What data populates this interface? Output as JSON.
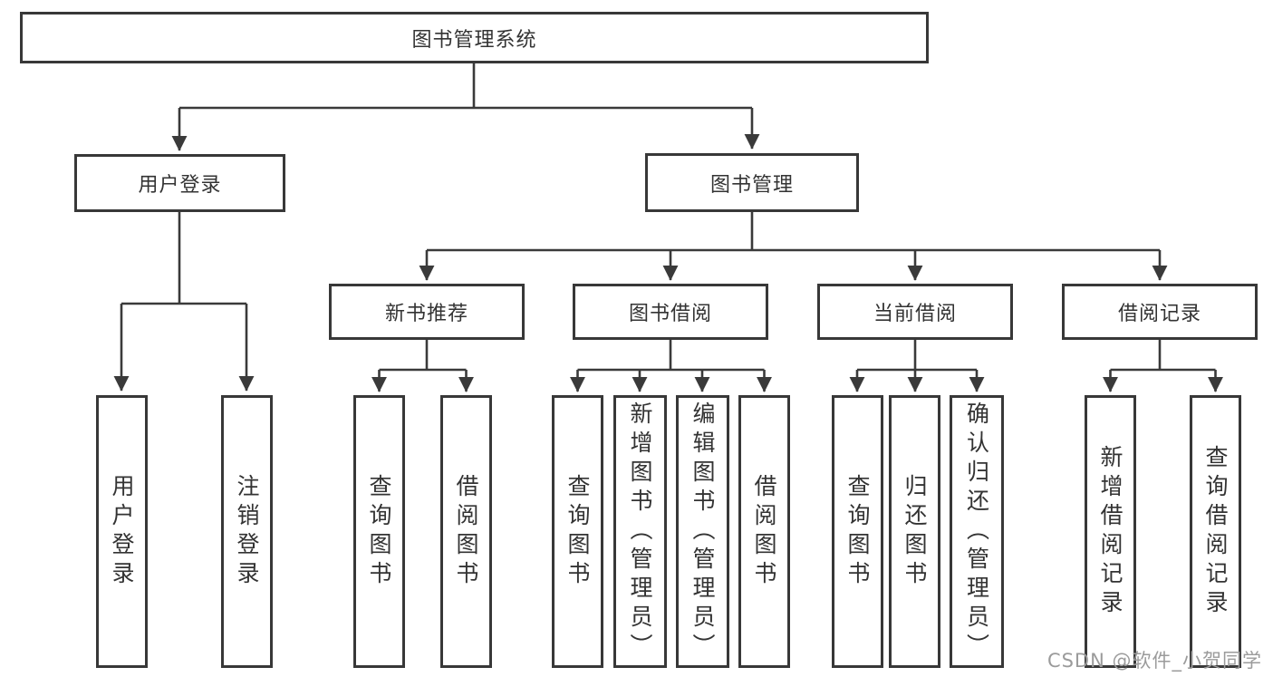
{
  "diagram_title": "图书管理系统",
  "tree": {
    "label": "图书管理系统",
    "children": [
      {
        "label": "用户登录",
        "children": [
          {
            "label": "用户登录"
          },
          {
            "label": "注销登录"
          }
        ]
      },
      {
        "label": "图书管理",
        "children": [
          {
            "label": "新书推荐",
            "children": [
              {
                "label": "查询图书"
              },
              {
                "label": "借阅图书"
              }
            ]
          },
          {
            "label": "图书借阅",
            "children": [
              {
                "label": "查询图书"
              },
              {
                "label": "新增图书（管理员）"
              },
              {
                "label": "编辑图书（管理员）"
              },
              {
                "label": "借阅图书"
              }
            ]
          },
          {
            "label": "当前借阅",
            "children": [
              {
                "label": "查询图书"
              },
              {
                "label": "归还图书"
              },
              {
                "label": "确认归还（管理员）"
              }
            ]
          },
          {
            "label": "借阅记录",
            "children": [
              {
                "label": "新增借阅记录"
              },
              {
                "label": "查询借阅记录"
              }
            ]
          }
        ]
      }
    ]
  },
  "watermark": {
    "text": "CSDN @软件_小贺同学"
  },
  "colors": {
    "background": "#ffffff",
    "line": "#3a3a3a",
    "box_border": "#383838",
    "text": "#333333",
    "watermark": "#9b9b9b"
  }
}
